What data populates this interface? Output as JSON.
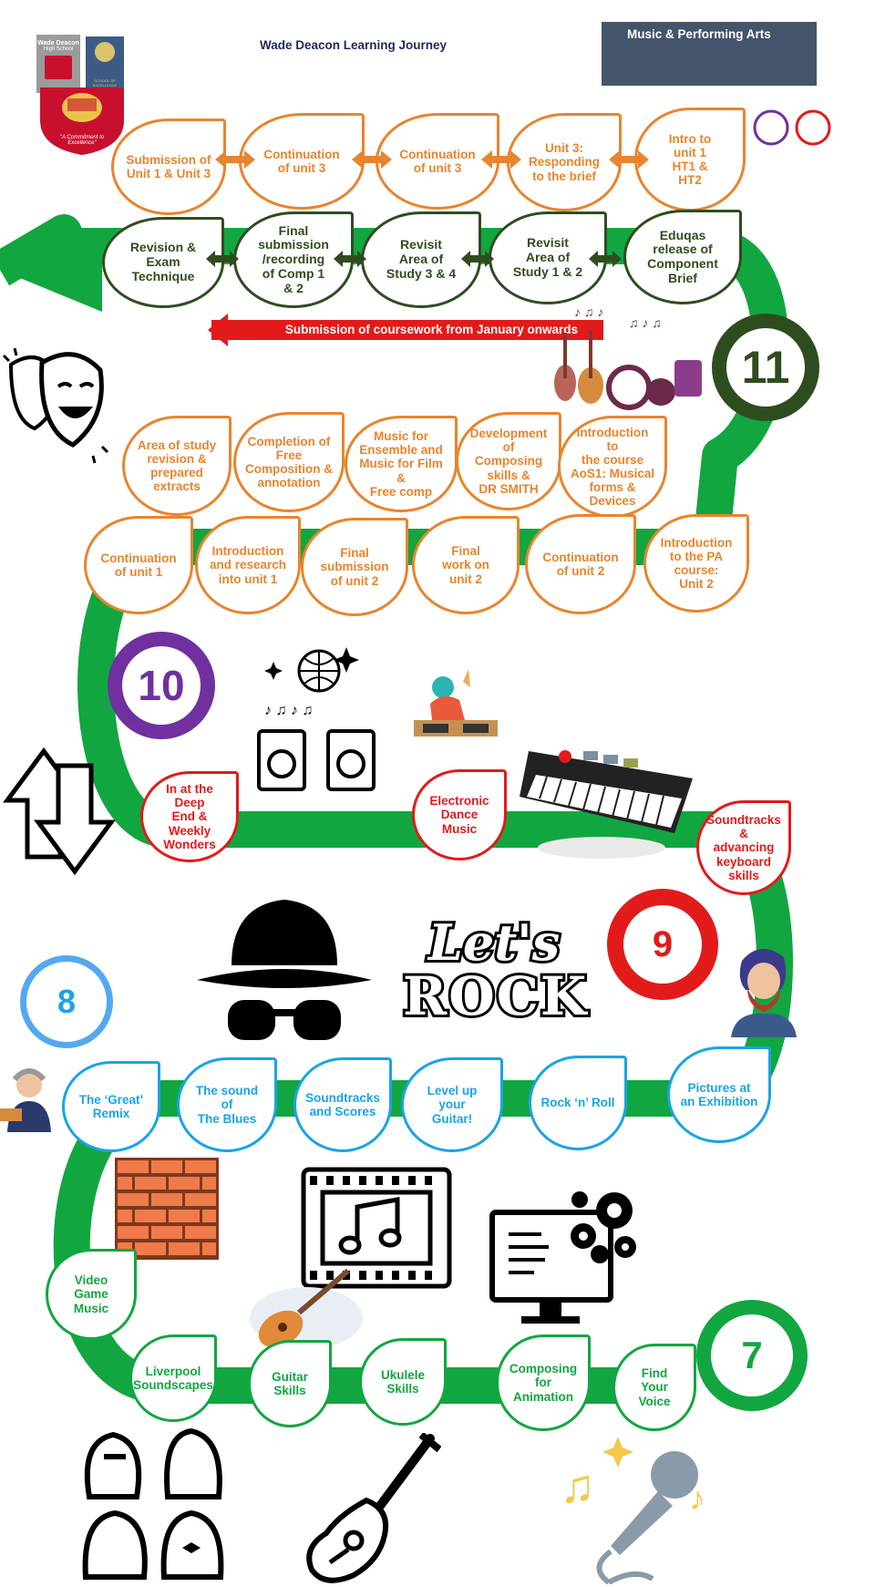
{
  "header": {
    "title": "Wade Deacon Learning Journey",
    "department": "Music & Performing Arts",
    "logo_text": [
      "Wade Deacon",
      "High School"
    ],
    "crest_motto": "\"A Commitment to Excellence\"",
    "mini_badge": "SCHOOL OF EXCELLENCE"
  },
  "banner": {
    "text": "Submission of coursework from January onwards"
  },
  "years": {
    "y11": "11",
    "y10": "10",
    "y9": "9",
    "y8": "8",
    "y7": "7"
  },
  "row_y11_top": [
    {
      "label": "Submission of\nUnit 1 & Unit 3"
    },
    {
      "label": "Continuation\nof unit 3"
    },
    {
      "label": "Continuation\nof unit 3"
    },
    {
      "label": "Unit 3:\nResponding\nto the brief"
    },
    {
      "label": "Intro to\nunit 1\nHT1 &\nHT2"
    }
  ],
  "row_y11_bottom": [
    {
      "label": "Revision &\nExam\nTechnique"
    },
    {
      "label": "Final\nsubmission\n/recording\nof Comp 1\n& 2"
    },
    {
      "label": "Revisit\nArea of\nStudy 3 & 4"
    },
    {
      "label": "Revisit\nArea of\nStudy 1 & 2"
    },
    {
      "label": "Eduqas\nrelease of\nComponent\nBrief"
    }
  ],
  "row_y10_top": [
    {
      "label": "Area of study\nrevision &\nprepared\nextracts"
    },
    {
      "label": "Completion of\nFree\nComposition &\nannotation"
    },
    {
      "label": "Music for\nEnsemble and\nMusic for Film &\nFree comp"
    },
    {
      "label": "Development\nof Composing\nskills &\nDR SMITH"
    },
    {
      "label": "Introduction to\nthe course\nAoS1: Musical\nforms &\nDevices"
    }
  ],
  "row_y10_bottom": [
    {
      "label": "Continuation\nof unit 1"
    },
    {
      "label": "Introduction\nand research\ninto unit 1"
    },
    {
      "label": "Final\nsubmission\nof unit 2"
    },
    {
      "label": "Final\nwork on\nunit 2"
    },
    {
      "label": "Continuation\nof unit 2"
    },
    {
      "label": "Introduction\nto the PA\ncourse:\nUnit 2"
    }
  ],
  "row_y9": [
    {
      "label": "In at the Deep\nEnd &\nWeekly\nWonders"
    },
    {
      "label": "Electronic\nDance\nMusic"
    },
    {
      "label": "Soundtracks\n&\nadvancing\nkeyboard\nskills"
    }
  ],
  "row_y8": [
    {
      "label": "The ‘Great’\nRemix"
    },
    {
      "label": "The sound of\nThe Blues"
    },
    {
      "label": "Soundtracks\nand Scores"
    },
    {
      "label": "Level up your\nGuitar!"
    },
    {
      "label": "Rock ‘n’ Roll"
    },
    {
      "label": "Pictures at\nan Exhibition"
    }
  ],
  "row_y7": [
    {
      "label": "Video\nGame\nMusic"
    },
    {
      "label": "Liverpool\nSoundscapes"
    },
    {
      "label": "Guitar\nSkills"
    },
    {
      "label": "Ukulele\nSkills"
    },
    {
      "label": "Composing\nfor\nAnimation"
    },
    {
      "label": "Find\nYour\nVoice"
    }
  ],
  "lets_rock": [
    "Let's",
    "ROCK"
  ],
  "icons": [
    "theatre-masks-icon",
    "music-instruments-icon",
    "disco-ball-icon",
    "speaker-icon",
    "dj-icon",
    "keyboard-icon",
    "up-down-arrows-icon",
    "fedora-sunglasses-icon",
    "composer-portrait-icon",
    "beethoven-icon",
    "brick-wall-icon",
    "film-music-icon",
    "computer-gears-icon",
    "guitar-icon",
    "band-faces-icon",
    "acoustic-guitar-icon",
    "microphone-icon"
  ],
  "colors": {
    "road": "#12a640",
    "y11": "#2e4d1f",
    "y10": "#7030a0",
    "y9": "#e31a1a",
    "y8": "#1aa3e8",
    "y7": "#12a640",
    "orange": "#e8842e",
    "header_box": "#44546a",
    "title": "#1d2a5c"
  }
}
